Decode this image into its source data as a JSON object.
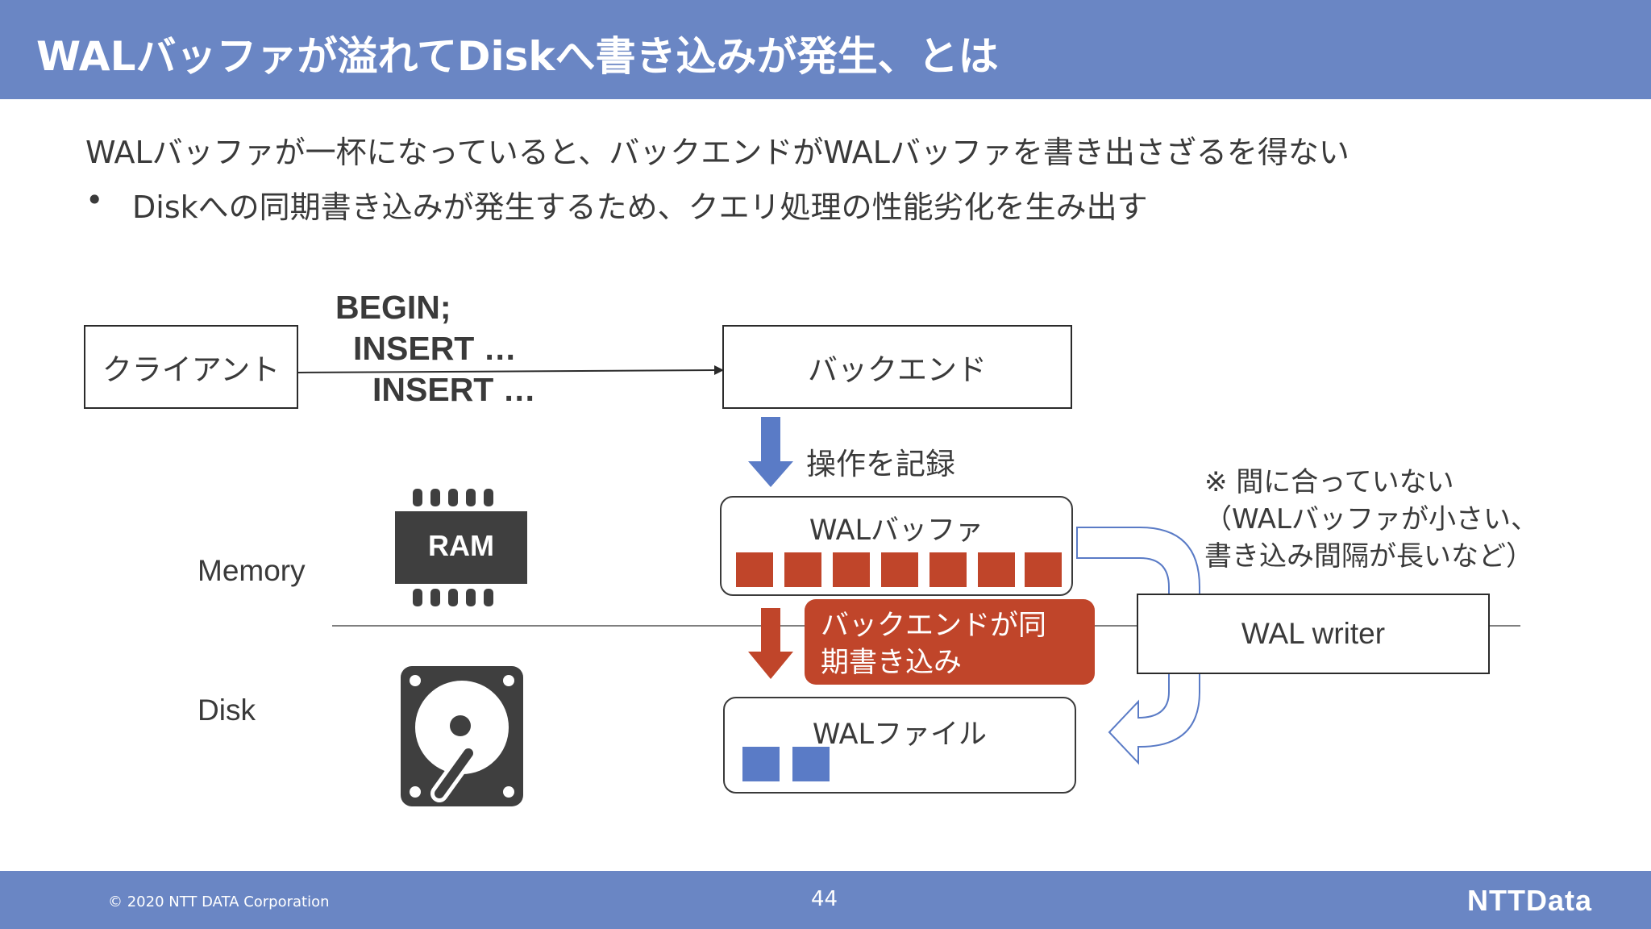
{
  "header": {
    "title": "WALバッファが溢れてDiskへ書き込みが発生、とは"
  },
  "body": {
    "lead": "WALバッファが一杯になっていると、バックエンドがWALバッファを書き出さざるを得ない",
    "bullet": "Diskへの同期書き込みが発生するため、クエリ処理の性能劣化を生み出す"
  },
  "diagram": {
    "client_label": "クライアント",
    "sql_lines": [
      "BEGIN;",
      "INSERT …",
      "INSERT …"
    ],
    "backend_label": "バックエンド",
    "record_label": "操作を記録",
    "wal_buffer_label": "WALバッファ",
    "wal_file_label": "WALファイル",
    "wal_writer_label": "WAL writer",
    "memory_label": "Memory",
    "disk_label": "Disk",
    "ram_chip_text": "RAM",
    "callout_line1": "バックエンドが同",
    "callout_line2": "期書き込み",
    "note_line1": "※ 間に合っていない",
    "note_line2": "（WALバッファが小さい、",
    "note_line3": "書き込み間隔が長いなど）"
  },
  "footer": {
    "copyright": "© 2020 NTT DATA Corporation",
    "page_number": "44",
    "logo_text": "NTTData"
  },
  "colors": {
    "header_blue": "#6a86c4",
    "accent_red": "#c0452a",
    "accent_blue": "#5a7bc6"
  }
}
